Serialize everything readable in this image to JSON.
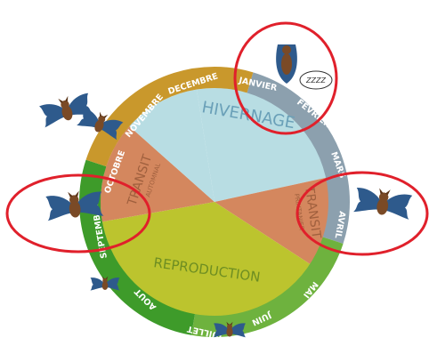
{
  "colors": {
    "ring_winter": "#8CA0AE",
    "ring_autumn": "#C9982C",
    "ring_summer": "#3E9B2A",
    "ring_spring": "#6EB23E",
    "slice_hivernage": "#B8DDE3",
    "slice_transit": "#D4875E",
    "slice_reproduction": "#BCC42E",
    "highlight_circle": "#E0202B"
  },
  "months": [
    "JANVIER",
    "FEVRIER",
    "MARS",
    "AVRIL",
    "MAI",
    "JUIN",
    "JUILLET",
    "AOUT",
    "SEPTEMBRE",
    "OCTOBRE",
    "NOVEMBRE",
    "DECEMBRE"
  ],
  "phases": {
    "hivernage": "HIVERNAGE",
    "transit_autumn": "TRANSIT",
    "transit_autumn_sub": "AUTOMNAL",
    "transit_spring": "TRANSIT",
    "transit_spring_sub": "PRINTANIER",
    "reproduction": "REPRODUCTION"
  },
  "snore_bubble": "ZZZZ",
  "icons": [
    "bat-icon",
    "bat-sleeping-icon",
    "bat-pup-icon"
  ]
}
